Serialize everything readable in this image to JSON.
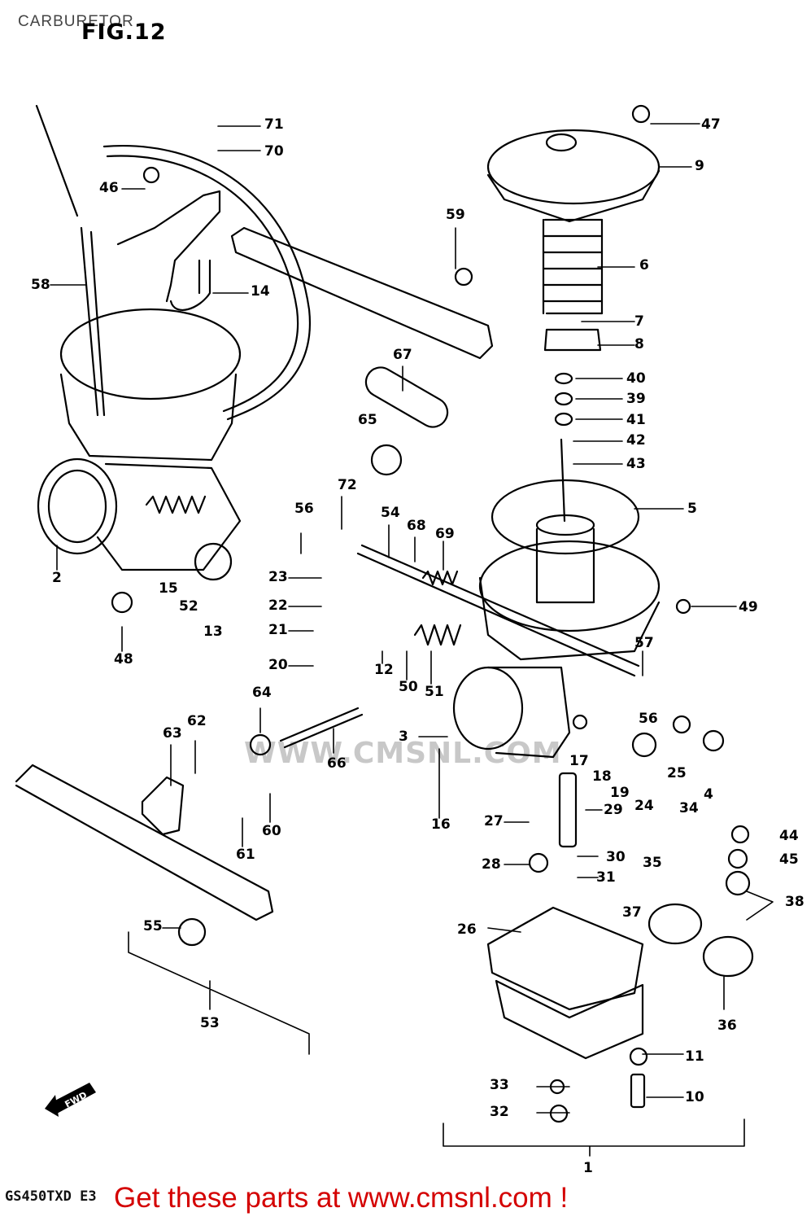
{
  "header": {
    "page_title": "CARBURETOR",
    "figure_label": "FIG.12"
  },
  "footer": {
    "model_code": "GS450TXD E3",
    "promo_text": "Get these parts at www.cmsnl.com !"
  },
  "watermark": {
    "text": "WWW.CMSNL.COM"
  },
  "colors": {
    "line": "#000000",
    "promo": "#d40000",
    "watermark": "#c8c8c8",
    "background": "#ffffff"
  },
  "arrow_badge": "FWD",
  "part_labels": [
    "71",
    "70",
    "46",
    "58",
    "14",
    "47",
    "9",
    "59",
    "6",
    "7",
    "8",
    "67",
    "40",
    "39",
    "41",
    "42",
    "43",
    "65",
    "5",
    "56",
    "72",
    "54",
    "68",
    "69",
    "2",
    "15",
    "52",
    "13",
    "48",
    "23",
    "22",
    "21",
    "20",
    "12",
    "50",
    "51",
    "49",
    "57",
    "64",
    "62",
    "63",
    "66",
    "3",
    "56",
    "16",
    "17",
    "18",
    "19",
    "24",
    "25",
    "4",
    "60",
    "61",
    "27",
    "29",
    "28",
    "30",
    "31",
    "34",
    "44",
    "45",
    "35",
    "37",
    "38",
    "26",
    "55",
    "53",
    "36",
    "11",
    "33",
    "10",
    "32",
    "1"
  ]
}
